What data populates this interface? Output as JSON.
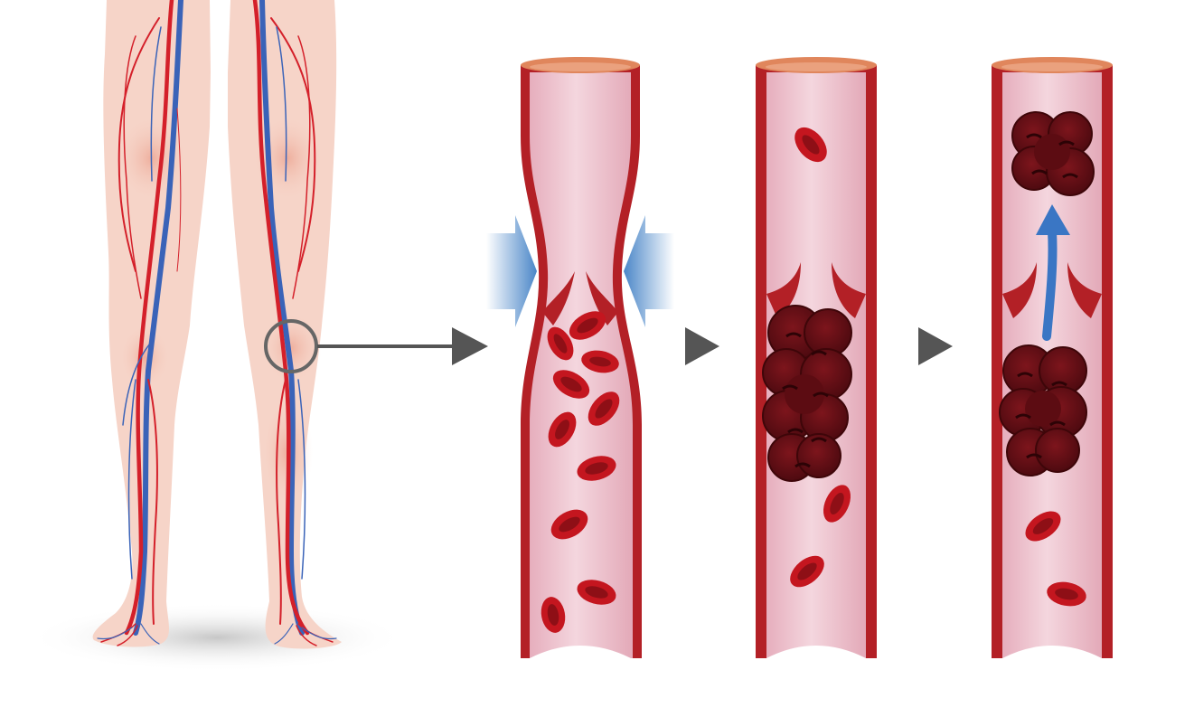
{
  "diagram": {
    "type": "medical-illustration",
    "subject": "deep-vein-thrombosis",
    "panels": [
      {
        "id": "legs",
        "icon": "legs-with-blood-vessels-icon"
      },
      {
        "id": "vein-compression",
        "icon": "compressed-vein-icon"
      },
      {
        "id": "clot-forming",
        "icon": "clot-in-vein-icon"
      },
      {
        "id": "clot-detaching",
        "icon": "embolus-moving-icon"
      }
    ],
    "colors": {
      "skin": "#f6d4c8",
      "skin_shadow": "#e99a86",
      "artery": "#d4202a",
      "vein": "#3a63b8",
      "vessel_wall": "#b32026",
      "vessel_lumen": "#edc3cf",
      "vessel_rim": "#e0865c",
      "red_blood_cell": "#c4161f",
      "clot": "#6b1016",
      "pressure_arrow": "#4a86c8",
      "flow_arrow": "#3a76c4",
      "step_arrow": "#555555",
      "magnifier_ring": "#666666"
    }
  }
}
